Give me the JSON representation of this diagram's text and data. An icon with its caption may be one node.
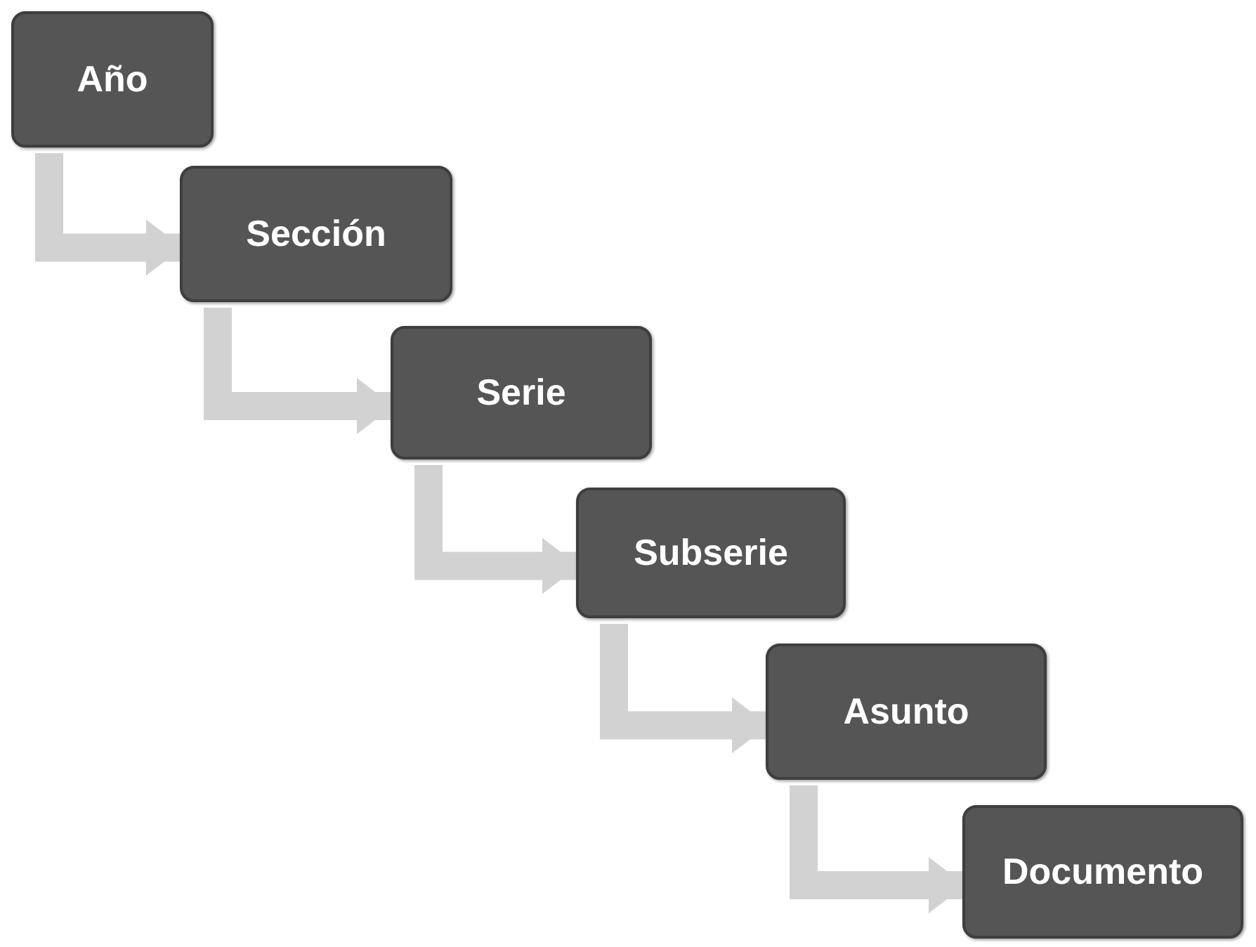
{
  "diagram": {
    "nodes": [
      {
        "text": [
          "Año"
        ]
      },
      {
        "text": [
          "Sección"
        ]
      },
      {
        "text": [
          "Serie"
        ]
      },
      {
        "text": [
          "Subserie"
        ]
      },
      {
        "text": [
          "Asunto"
        ]
      },
      {
        "text": [
          "Documento"
        ]
      }
    ],
    "edges": [
      {
        "from": 0,
        "to": 1,
        "arrow": "to"
      },
      {
        "from": 1,
        "to": 2,
        "arrow": "to"
      },
      {
        "from": 2,
        "to": 3,
        "arrow": "to"
      },
      {
        "from": 3,
        "to": 4,
        "arrow": "to"
      },
      {
        "from": 4,
        "to": 5,
        "arrow": "to"
      }
    ]
  }
}
